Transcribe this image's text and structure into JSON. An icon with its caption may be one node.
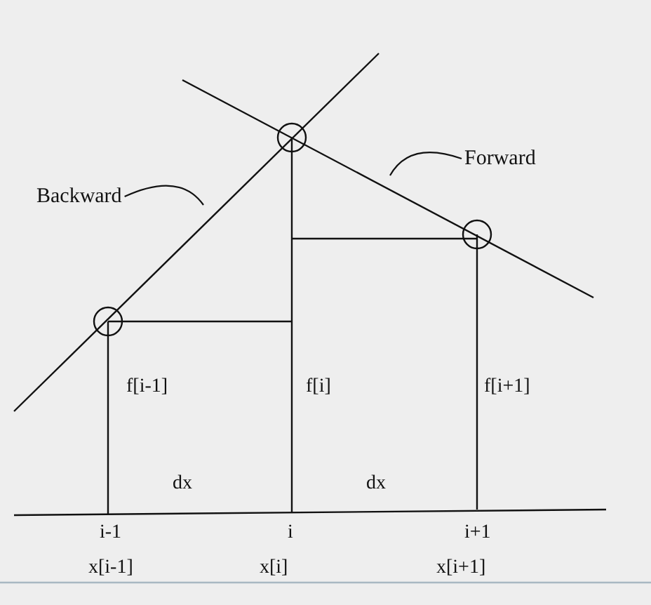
{
  "diagram": {
    "nodes": [
      {
        "text": [
          "Backward"
        ]
      },
      {
        "text": [
          "Forward"
        ]
      }
    ],
    "edges": [
      {
        "from": 0,
        "to": null,
        "arrow": "none"
      },
      {
        "from": 1,
        "to": null,
        "arrow": "none"
      }
    ],
    "labels": [
      "f[i-1]",
      "f[i]",
      "f[i+1]",
      "dx",
      "dx",
      "i-1",
      "i",
      "i+1",
      "x[i-1]",
      "x[i]",
      "x[i+1]"
    ]
  }
}
